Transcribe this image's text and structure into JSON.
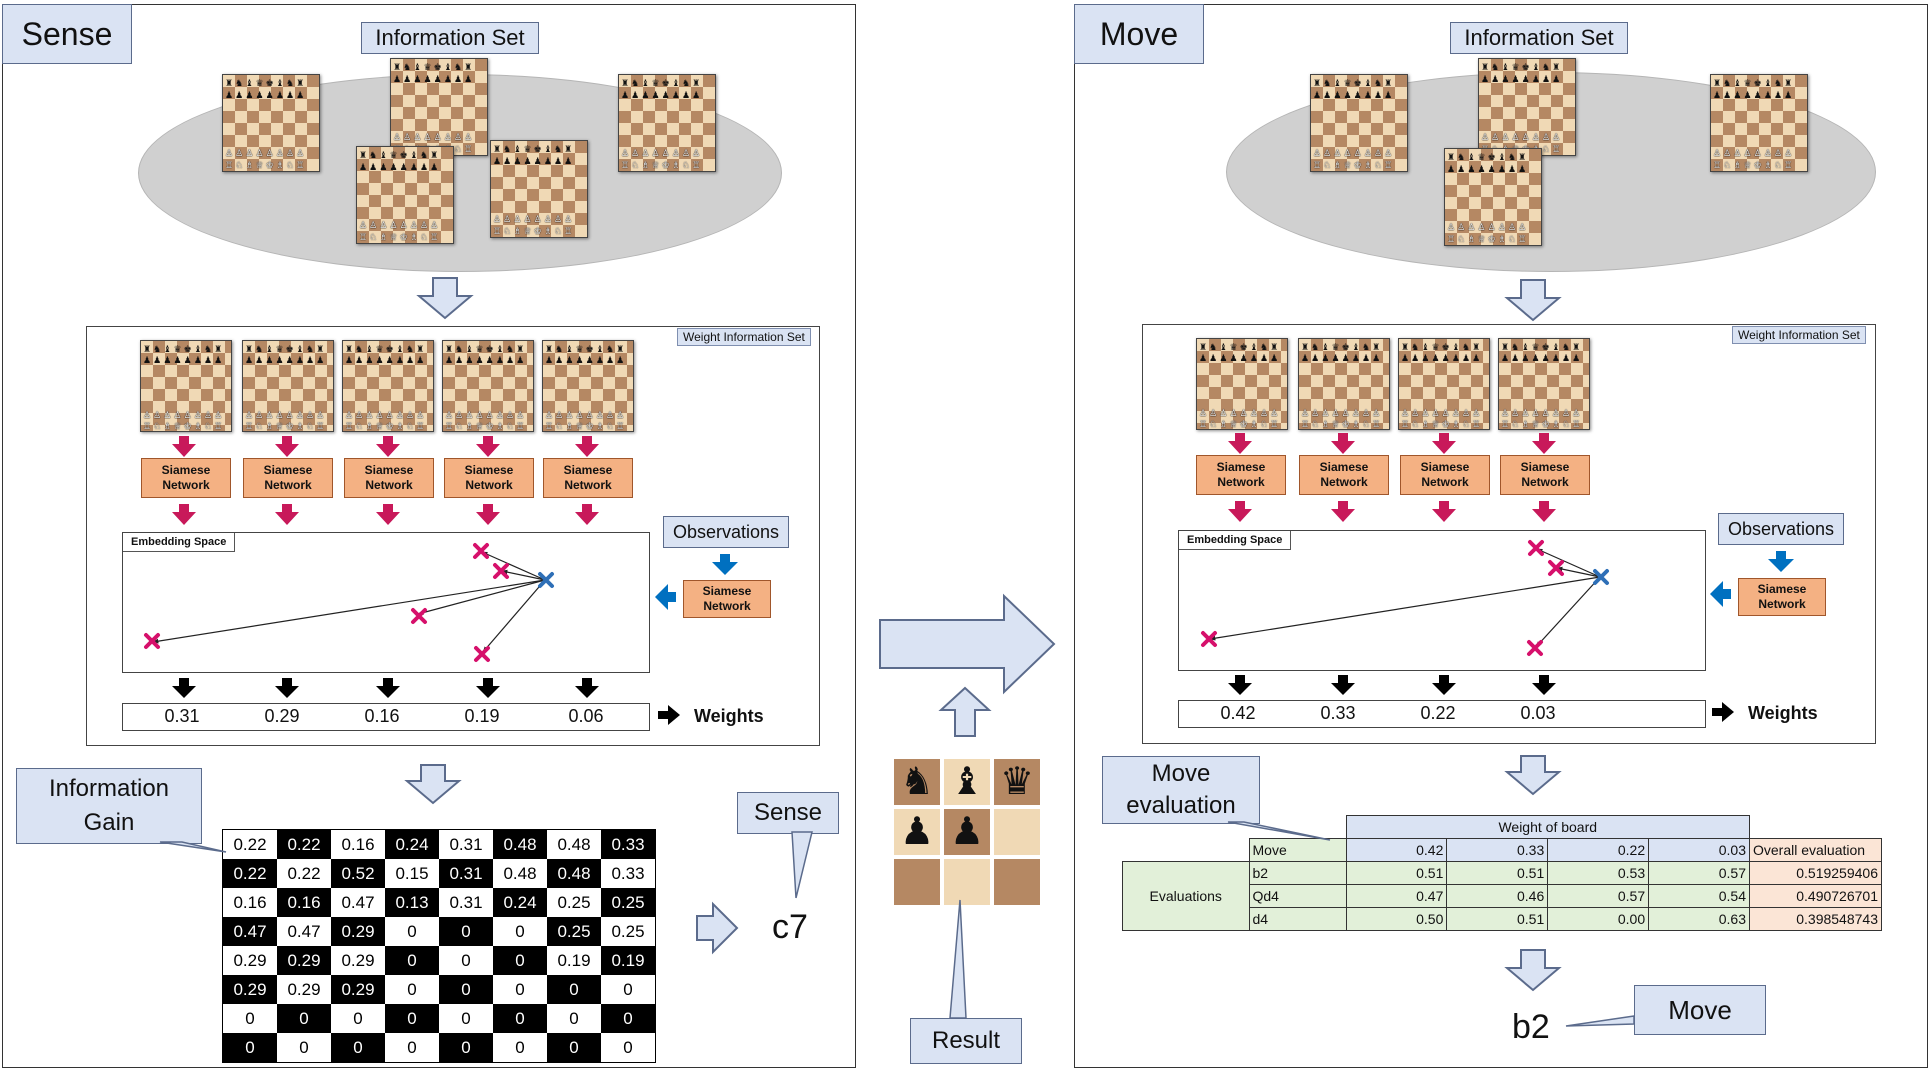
{
  "left": {
    "corner_label": "Sense",
    "info_set_label": "Information Set",
    "weight_info_label": "Weight Information Set",
    "siamese_label_line1": "Siamese",
    "siamese_label_line2": "Network",
    "embedding_label": "Embedding Space",
    "observations_label": "Observations",
    "weights": [
      "0.31",
      "0.29",
      "0.16",
      "0.19",
      "0.06"
    ],
    "weights_label": "Weights",
    "info_gain_label_line1": "Information",
    "info_gain_label_line2": "Gain",
    "info_gain_grid": [
      [
        "0.22",
        "0.22",
        "0.16",
        "0.24",
        "0.31",
        "0.48",
        "0.48",
        "0.33"
      ],
      [
        "0.22",
        "0.22",
        "0.52",
        "0.15",
        "0.31",
        "0.48",
        "0.48",
        "0.33"
      ],
      [
        "0.16",
        "0.16",
        "0.47",
        "0.13",
        "0.31",
        "0.24",
        "0.25",
        "0.25"
      ],
      [
        "0.47",
        "0.47",
        "0.29",
        "0",
        "0",
        "0",
        "0.25",
        "0.25"
      ],
      [
        "0.29",
        "0.29",
        "0.29",
        "0",
        "0",
        "0",
        "0.19",
        "0.19"
      ],
      [
        "0.29",
        "0.29",
        "0.29",
        "0",
        "0",
        "0",
        "0",
        "0"
      ],
      [
        "0",
        "0",
        "0",
        "0",
        "0",
        "0",
        "0",
        "0"
      ],
      [
        "0",
        "0",
        "0",
        "0",
        "0",
        "0",
        "0",
        "0"
      ]
    ],
    "sense_callout": "Sense",
    "sense_result": "c7"
  },
  "middle": {
    "result_label": "Result",
    "pieces": [
      "♞",
      "♝",
      "♛",
      "♟",
      "♟",
      "",
      "",
      "",
      ""
    ]
  },
  "right": {
    "corner_label": "Move",
    "info_set_label": "Information Set",
    "weight_info_label": "Weight Information Set",
    "siamese_label_line1": "Siamese",
    "siamese_label_line2": "Network",
    "embedding_label": "Embedding Space",
    "observations_label": "Observations",
    "weights": [
      "0.42",
      "0.33",
      "0.22",
      "0.03"
    ],
    "weights_label": "Weights",
    "move_eval_line1": "Move",
    "move_eval_line2": "evaluation",
    "table": {
      "weight_of_board": "Weight of board",
      "move_header": "Move",
      "weight_values": [
        "0.42",
        "0.33",
        "0.22",
        "0.03"
      ],
      "overall_header": "Overall evaluation",
      "evaluations_label": "Evaluations",
      "rows": [
        {
          "move": "b2",
          "values": [
            "0.51",
            "0.51",
            "0.53",
            "0.57"
          ],
          "overall": "0.519259406"
        },
        {
          "move": "Qd4",
          "values": [
            "0.47",
            "0.46",
            "0.57",
            "0.54"
          ],
          "overall": "0.490726701"
        },
        {
          "move": "d4",
          "values": [
            "0.50",
            "0.51",
            "0.00",
            "0.63"
          ],
          "overall": "0.398548743"
        }
      ]
    },
    "move_result": "b2",
    "move_callout": "Move"
  },
  "colors": {
    "callout_fill": "#dae3f3",
    "siamese_fill": "#f4b183",
    "arrow_magenta": "#c8195a",
    "arrow_blue": "#0070c0",
    "marker_magenta": "#d6106b",
    "marker_blue": "#2e6fb7"
  }
}
